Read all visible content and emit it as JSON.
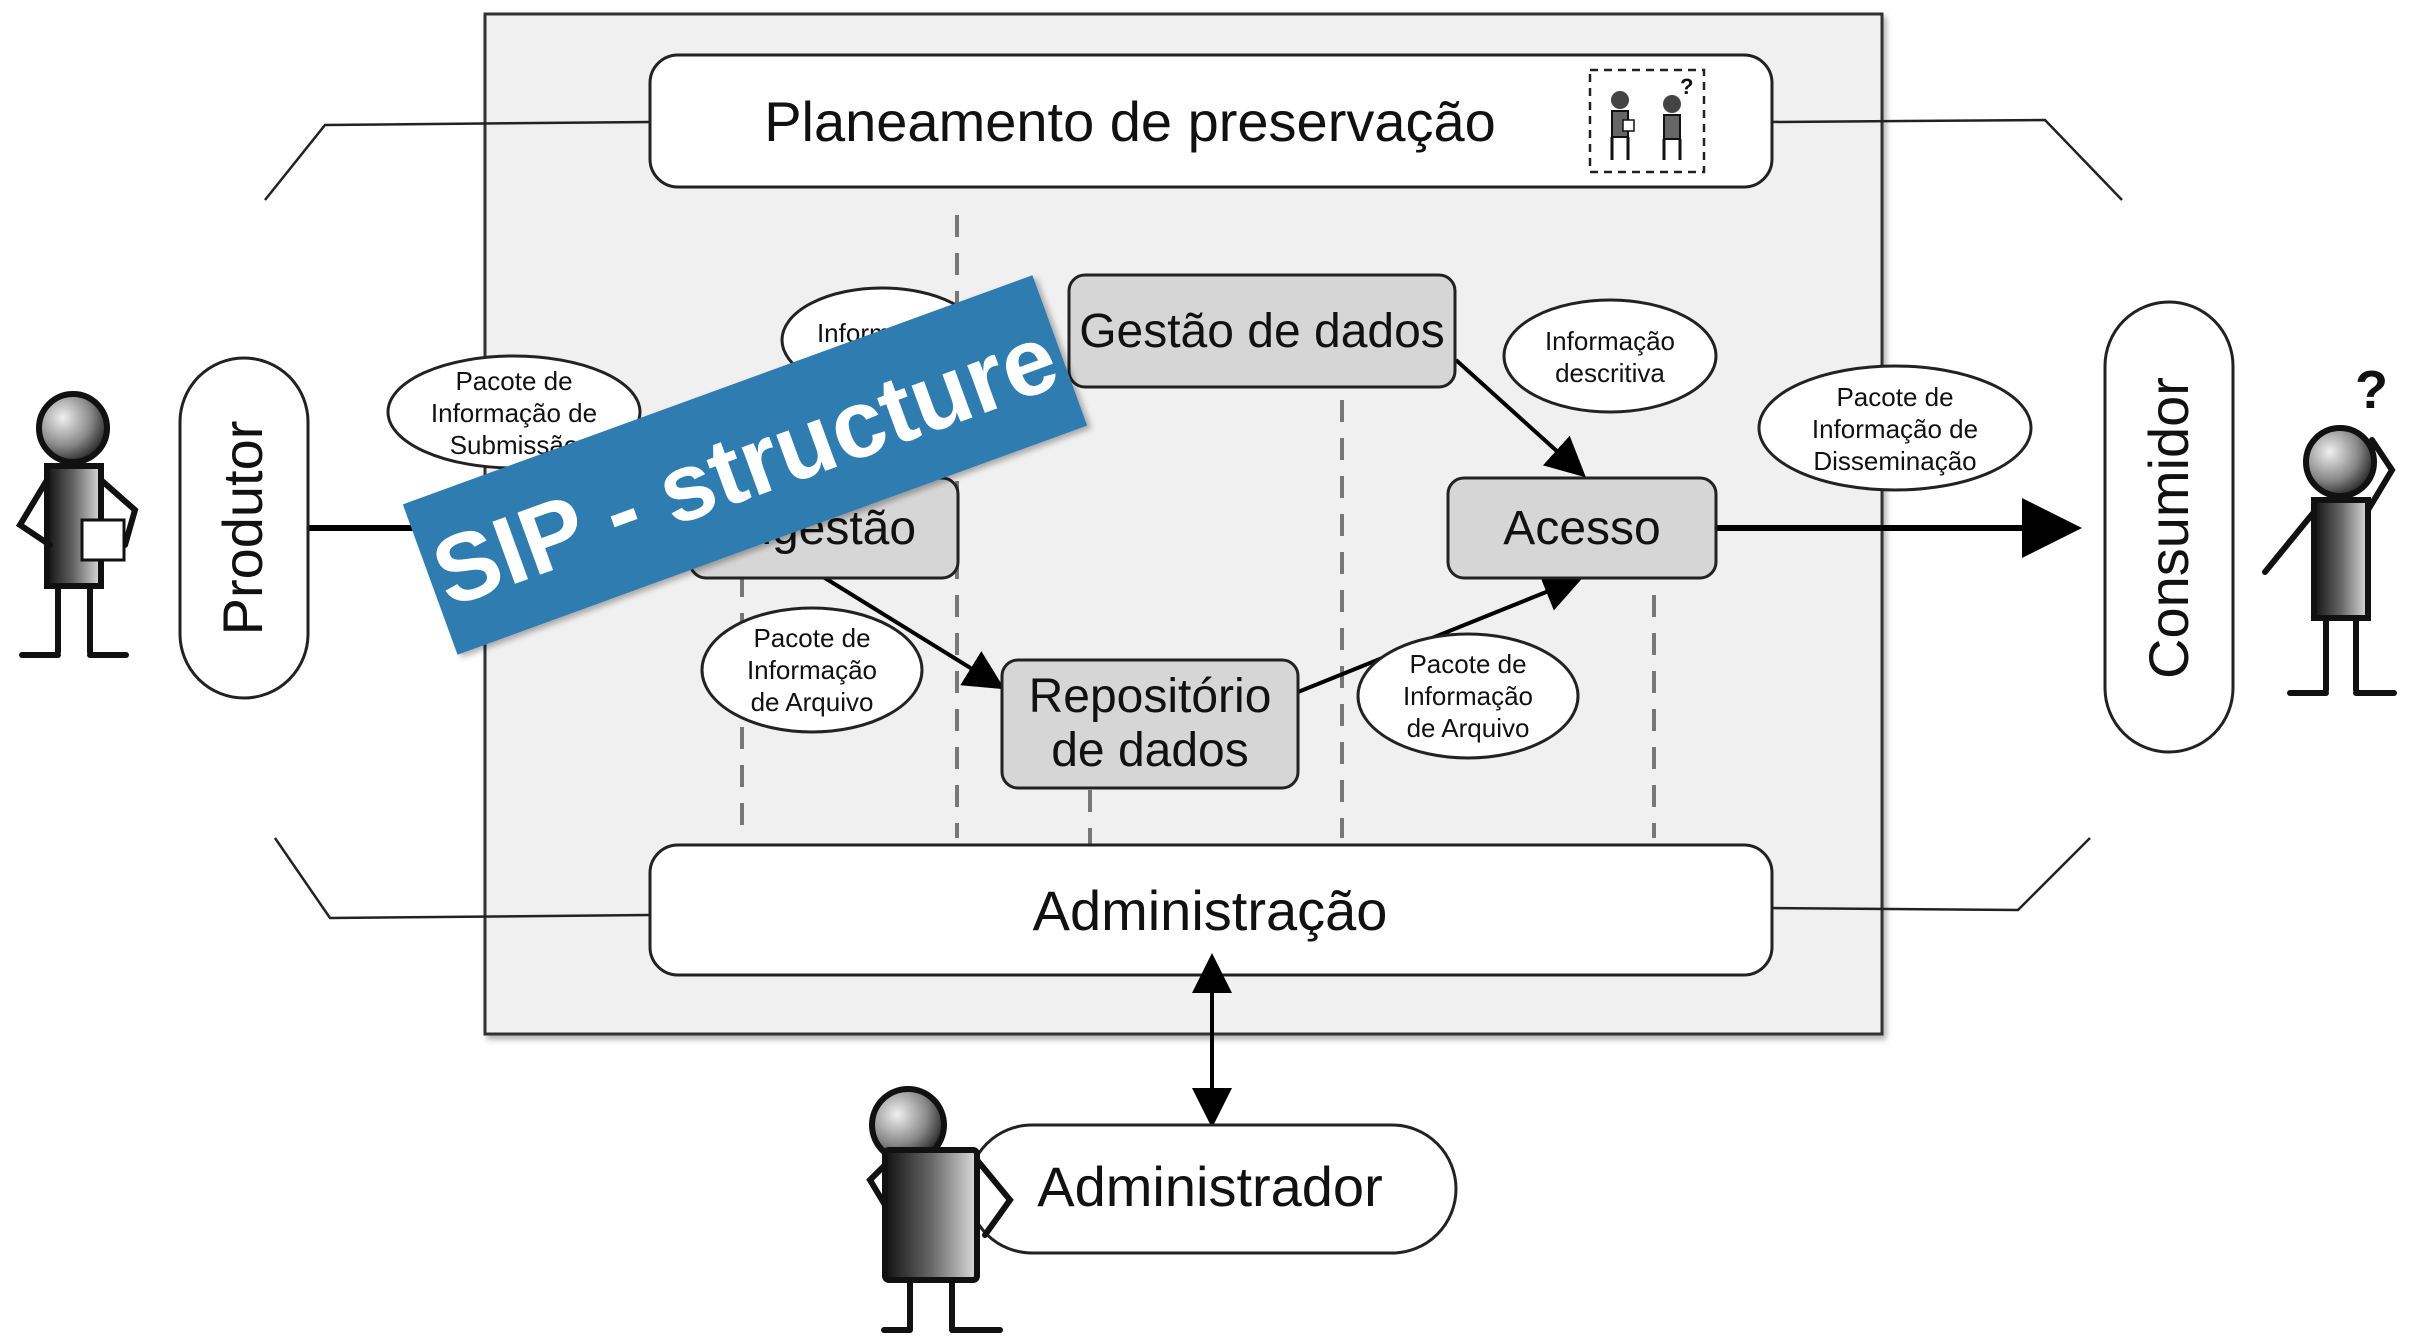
{
  "diagram": {
    "planning": {
      "label": "Planeamento de preservação"
    },
    "data_management": {
      "label": "Gestão de dados"
    },
    "ingest": {
      "label": "Ingestão"
    },
    "access": {
      "label": "Acesso"
    },
    "archival_storage": {
      "line1": "Repositório",
      "line2": "de dados"
    },
    "administration": {
      "label": "Administração"
    },
    "producer": {
      "label": "Produtor"
    },
    "consumer": {
      "label": "Consumidor"
    },
    "administrator": {
      "label": "Administrador"
    },
    "bubbles": {
      "sip": [
        "Pacote de",
        "Informação de",
        "Submissão"
      ],
      "descriptive_left": [
        "Informação",
        "descritiva"
      ],
      "descriptive_right": [
        "Informação",
        "descritiva"
      ],
      "dip": [
        "Pacote de",
        "Informação de",
        "Disseminação"
      ],
      "aip_left": [
        "Pacote de",
        "Informação",
        "de Arquivo"
      ],
      "aip_right": [
        "Pacote de",
        "Informação",
        "de Arquivo"
      ]
    },
    "consumer_question_mark": "?",
    "planning_icon_question_mark": "?",
    "overlay_banner": "SIP - structure",
    "colors": {
      "outer_panel": "#f0f0f0",
      "function_box": "#d6d6d6",
      "banner": "#2f7bb0"
    }
  }
}
